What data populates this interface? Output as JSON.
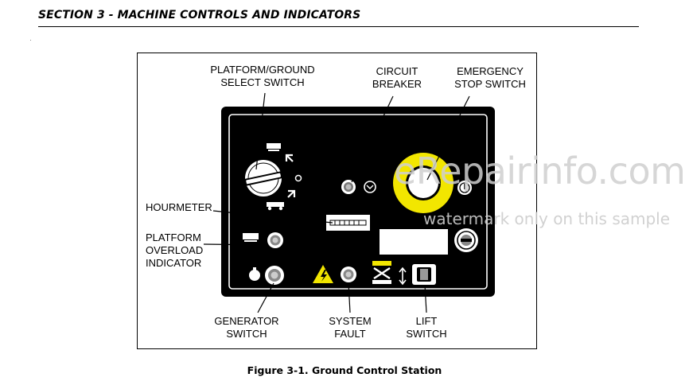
{
  "section_title": "SECTION 3 - MACHINE CONTROLS AND INDICATORS",
  "callouts": {
    "platform_ground_select": [
      "PLATFORM/GROUND",
      "SELECT SWITCH"
    ],
    "circuit_breaker": [
      "CIRCUIT",
      "BREAKER"
    ],
    "emergency_stop": [
      "EMERGENCY",
      "STOP SWITCH"
    ],
    "hourmeter": "HOURMETER",
    "platform_overload": [
      "PLATFORM",
      "OVERLOAD",
      "INDICATOR"
    ],
    "generator_switch": [
      "GENERATOR",
      "SWITCH"
    ],
    "system_fault": [
      "SYSTEM",
      "FAULT"
    ],
    "lift_switch": [
      "LIFT",
      "SWITCH"
    ]
  },
  "watermark": {
    "main": "eRepairinfo.com",
    "sub": "watermark only on this sample"
  },
  "caption": "Figure 3-1. Ground Control Station",
  "colors": {
    "panel": "#000000",
    "estop_ring": "#f2e600",
    "lift_icon_accent": "#f2e600",
    "warning_triangle": "#f2e600"
  }
}
